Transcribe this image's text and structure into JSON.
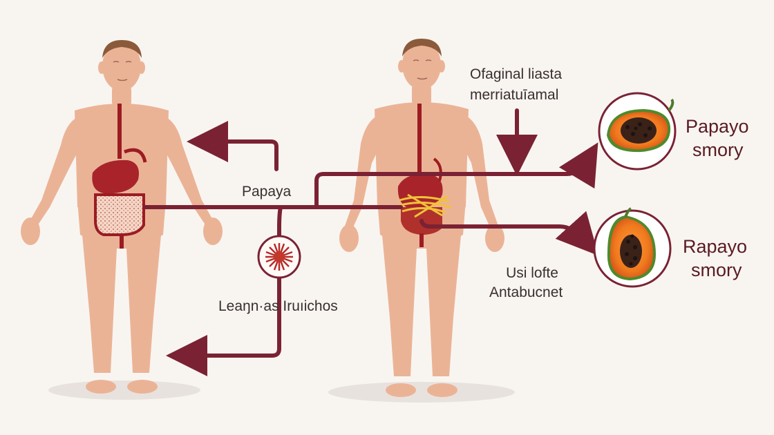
{
  "labels": {
    "papaya": "Papaya",
    "leanin": "Leaŋn·as Iruıichos",
    "top_right_1": "Ofaginal liasta",
    "top_right_2": "merriatuīamal",
    "bottom_right_1": "Usi lofte",
    "bottom_right_2": "Antabucnet",
    "fruit_top_1": "Papayo",
    "fruit_top_2": "smory",
    "fruit_bottom_1": "Rapayo",
    "fruit_bottom_2": "smory"
  },
  "colors": {
    "background": "#f8f5f1",
    "skin": "#ebb396",
    "skin_shade": "#d99a7c",
    "arrow": "#7a2233",
    "organ": "#9b1c22",
    "intestine": "#f3d6c6",
    "papaya_flesh": "#f07a1e",
    "papaya_seeds": "#2a1a16"
  },
  "icons": [
    "digestive-enzyme-icon",
    "papaya-half-icon",
    "human-figure"
  ]
}
